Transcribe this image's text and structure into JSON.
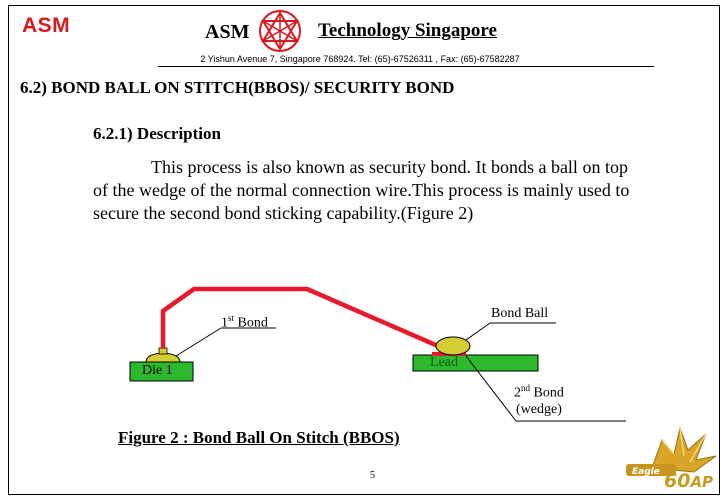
{
  "header": {
    "corner_logo": "ASM",
    "company": "ASM",
    "title": "Technology Singapore",
    "address": "2 Yishun Avenue 7,  Singapore 768924.  Tel: (65)-67526311 , Fax: (65)-67582287"
  },
  "section": {
    "title": "6.2) BOND BALL ON STITCH(BBOS)/ SECURITY BOND",
    "subsection": "6.2.1) Description",
    "description": "This process is also known as security bond. It bonds a ball on top of the wedge of the normal connection wire.This process is mainly used to secure the second bond sticking capability.(Figure 2)"
  },
  "figure": {
    "first_bond_num": "1",
    "first_bond_sup": "st",
    "first_bond_text": " Bond",
    "die_label": "Die 1",
    "lead_label": "Lead",
    "bond_ball_label": "Bond Ball",
    "second_bond_num": "2",
    "second_bond_sup": "nd",
    "second_bond_text": " Bond",
    "second_bond_sub": "(wedge)",
    "caption": "Figure 2 : Bond Ball On Stitch (BBOS)",
    "colors": {
      "wire": "#e8192c",
      "pad": "#2db82d",
      "ball": "#d6cc34"
    }
  },
  "footer": {
    "page_number": "5",
    "anniversary_60": "60",
    "anniversary_ap": "AP",
    "badge_text": "Eagle"
  }
}
